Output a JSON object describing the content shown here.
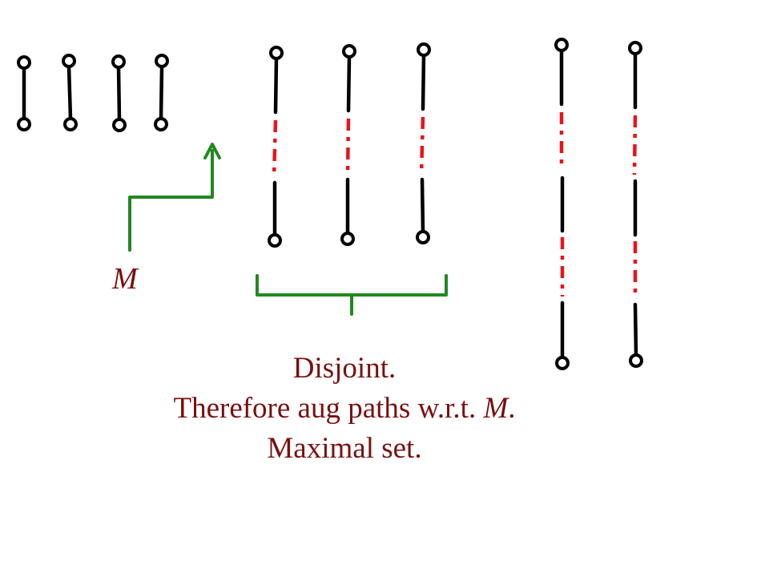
{
  "colors": {
    "matched_edge": "#000000",
    "augmenting_edge": "#e8141b",
    "annotation": "#1f8a1f",
    "text": "#7a1010"
  },
  "labels": {
    "matching_symbol": "M"
  },
  "caption": {
    "line1": "Disjoint.",
    "line2_prefix": "Therefore aug paths w.r.t. ",
    "line2_symbol": "M",
    "line2_suffix": ".",
    "line3": "Maximal set."
  }
}
